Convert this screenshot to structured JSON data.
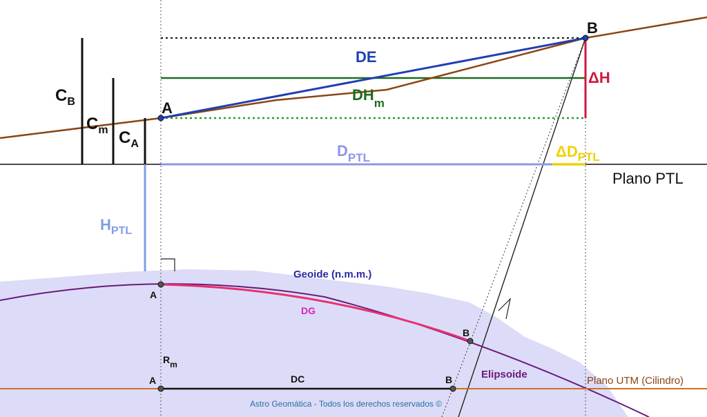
{
  "labels": {
    "B_top": "B",
    "A_top": "A",
    "DE": "DE",
    "DH": "DH",
    "DH_sub": "m",
    "delta_H": "ΔH",
    "C_B": "C",
    "C_B_sub": "B",
    "C_m": "C",
    "C_m_sub": "m",
    "C_A": "C",
    "C_A_sub": "A",
    "D_PTL": "D",
    "D_PTL_sub": "PTL",
    "delta_D_PTL": "ΔD",
    "delta_D_PTL_sub": "PTL",
    "plano_ptl": "Plano PTL",
    "H_PTL": "H",
    "H_PTL_sub": "PTL",
    "geoide": "Geoide (n.m.m.)",
    "A_geoid": "A",
    "DG": "DG",
    "B_ellipsoid": "B",
    "R_m": "R",
    "R_m_sub": "m",
    "elipsoide": "Elipsoide",
    "A_utm": "A",
    "DC": "DC",
    "B_utm": "B",
    "plano_utm": "Plano UTM (Cilindro)",
    "copyright": "Astro Geomática - Todos los derechos reservados ©"
  },
  "colors": {
    "terrain": "#8b4513",
    "de": "#1f3fb0",
    "dh": "#1e6b1e",
    "delta_h": "#d0173d",
    "ptl_dist": "#8f96e6",
    "delta_ptl": "#f0d000",
    "h_ptl": "#7f9ee8",
    "geoid_fill": "#dcdcf8",
    "geoid_text": "#2a2aa0",
    "dg": "#e8306e",
    "dg_text": "#e020c0",
    "ellipsoid": "#6a1a7a",
    "utm": "#d0701c",
    "copyright": "#2a6ea0"
  }
}
